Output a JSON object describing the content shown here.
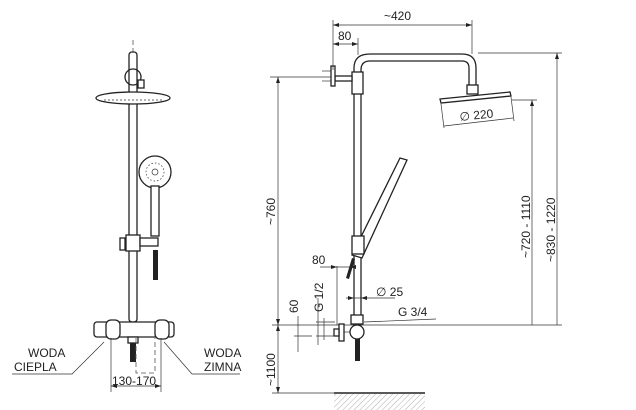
{
  "labels": {
    "hot_water_line1": "WODA",
    "hot_water_line2": "CIEPLA",
    "cold_water_line1": "WODA",
    "cold_water_line2": "ZIMNA",
    "spacing": "130-170",
    "arm_length": "~420",
    "wall_offset": "80",
    "head_diameter": "∅ 220",
    "height_760": "~760",
    "height_1100": "~1100",
    "range_head": "~720 - 1110",
    "range_top": "~830 - 1220",
    "handshower_offset": "80",
    "thread_inlet": "G 1/2",
    "inlet_height": "60",
    "pipe_diameter": "∅ 25",
    "thread_outlet": "G 3/4"
  },
  "colors": {
    "line": "#222222",
    "background": "#ffffff"
  }
}
